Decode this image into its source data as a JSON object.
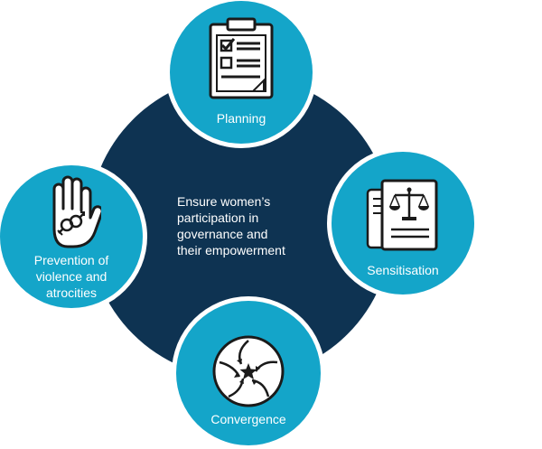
{
  "center": {
    "text": "Ensure women’s\nparticipation in\ngovernance and\ntheir empowerment"
  },
  "nodes": {
    "planning": {
      "label": "Planning",
      "icon": "clipboard-checklist-icon"
    },
    "sensitisation": {
      "label": "Sensitisation",
      "icon": "law-scales-document-icon"
    },
    "convergence": {
      "label": "Convergence",
      "icon": "convergence-arrows-icon"
    },
    "prevention": {
      "label": "Prevention of\nviolence and\natrocities",
      "icon": "stop-hand-gender-icon"
    }
  },
  "colors": {
    "center_fill": "#0e3352",
    "node_fill": "#14a5c9",
    "text": "#ffffff",
    "icon_stroke": "#1a1a1a",
    "icon_fill": "#ffffff"
  }
}
